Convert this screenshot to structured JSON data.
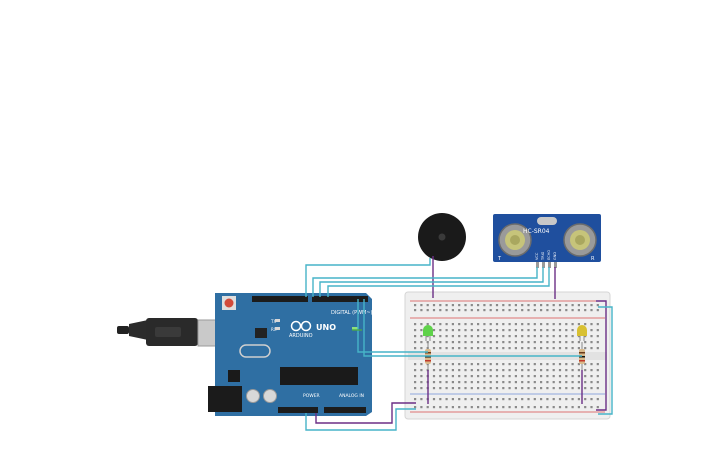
{
  "canvas": {
    "background": "#ffffff"
  },
  "arduino": {
    "brand": "ARDUINO",
    "model": "UNO",
    "digital_header_label": "DIGITAL (PWM~)",
    "power_label": "POWER",
    "analog_label": "ANALOG IN",
    "tx_label": "TX",
    "rx_label": "RX",
    "board_color": "#2f6fa3",
    "usb_cable_color": "#2b2b2b",
    "usb_cable_icon": "usb-plug-icon"
  },
  "sensor": {
    "model_label": "HC-SR04",
    "pin_labels": [
      "VCC",
      "TRIG",
      "ECHO",
      "GND"
    ],
    "t_label": "T",
    "r_label": "R",
    "board_color": "#1f4f9e"
  },
  "buzzer": {
    "color": "#1a1a1a",
    "icon": "piezo-buzzer-icon"
  },
  "leds": {
    "green_color": "#5fd24a",
    "yellow_color": "#d8c032"
  },
  "wires": {
    "cyan": "#46b4c8",
    "purple": "#6b2f86",
    "green": "#4aa84a",
    "red_rail": "#d94a4a",
    "blue_rail": "#6f8fd8"
  }
}
